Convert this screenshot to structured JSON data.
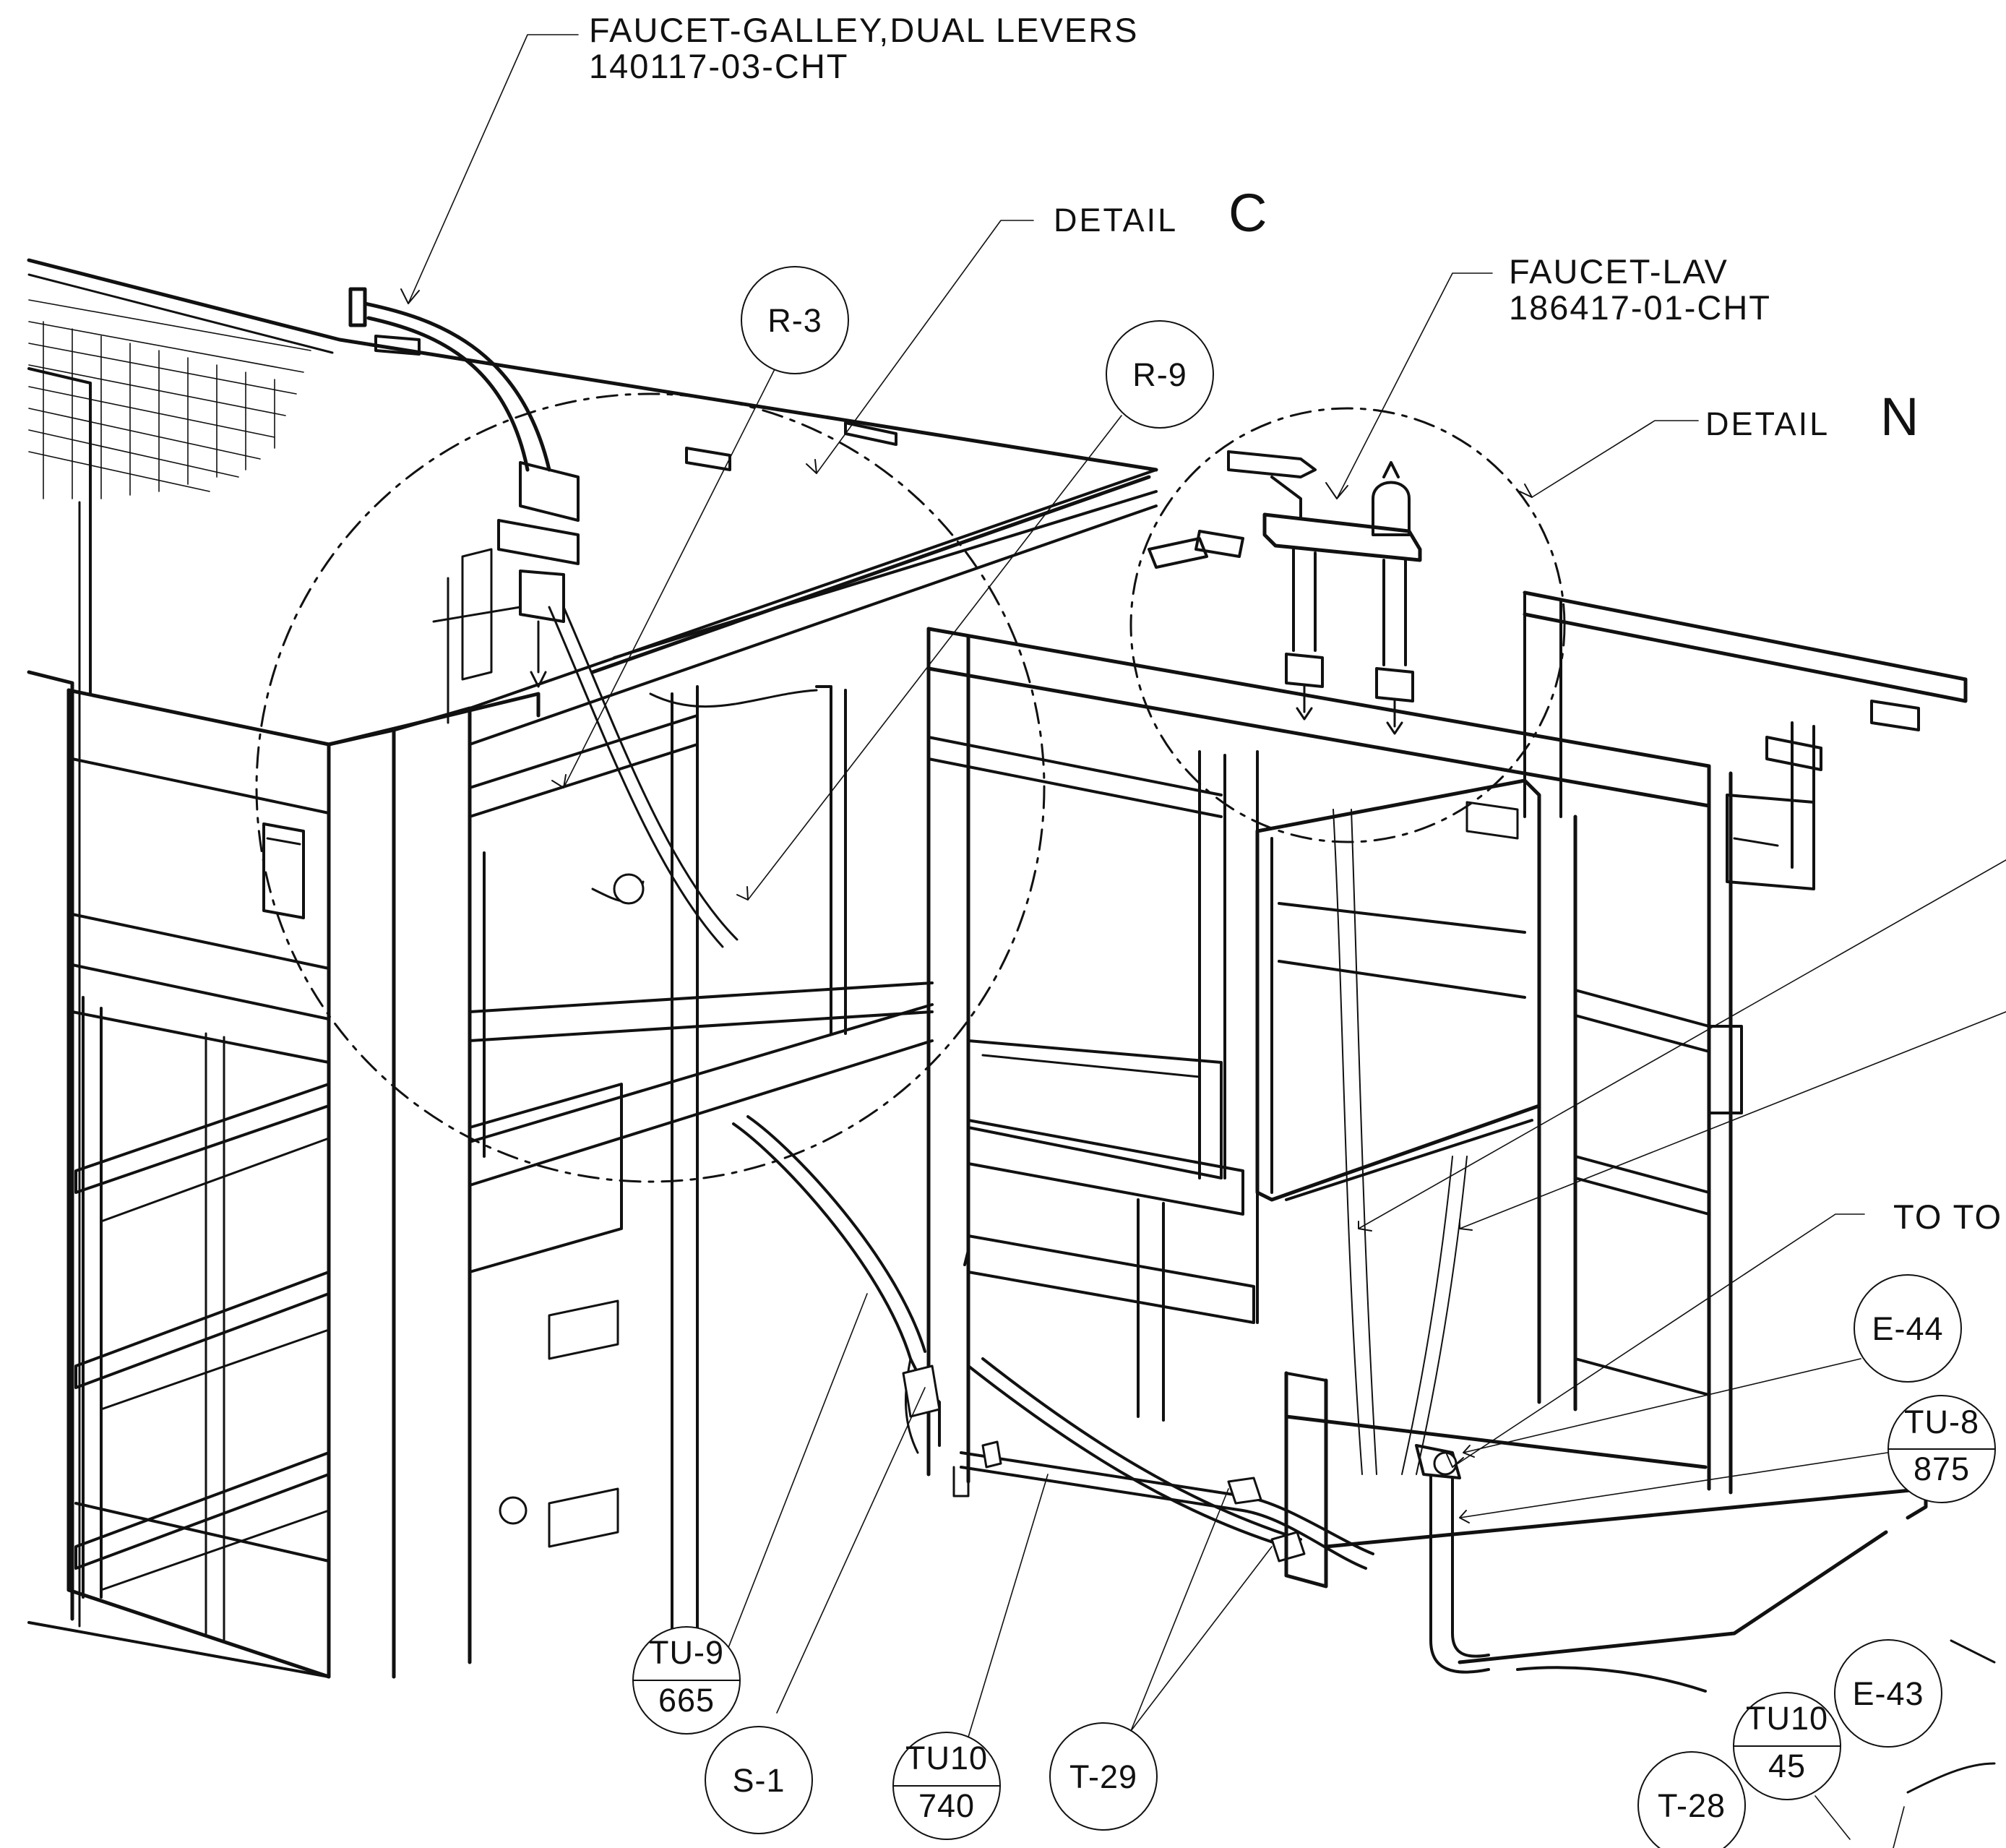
{
  "callouts": {
    "galley_faucet": {
      "line1": "FAUCET-GALLEY,DUAL LEVERS",
      "line2": "140117-03-CHT"
    },
    "lav_faucet": {
      "line1": "FAUCET-LAV",
      "line2": "186417-01-CHT"
    },
    "detail_c": {
      "word": "DETAIL",
      "letter": "C"
    },
    "detail_n": {
      "word": "DETAIL",
      "letter": "N"
    },
    "to_text": "TO TO"
  },
  "bubbles": {
    "r3": "R-3",
    "r9": "R-9",
    "e44": "E-44",
    "e43": "E-43",
    "s1": "S-1",
    "t29": "T-29",
    "t28": "T-28",
    "tu8": {
      "top": "TU-8",
      "bottom": "875"
    },
    "tu9": {
      "top": "TU-9",
      "bottom": "665"
    },
    "tu10a": {
      "top": "TU10",
      "bottom": "740"
    },
    "tu10b": {
      "top": "TU10",
      "bottom": "45"
    }
  }
}
